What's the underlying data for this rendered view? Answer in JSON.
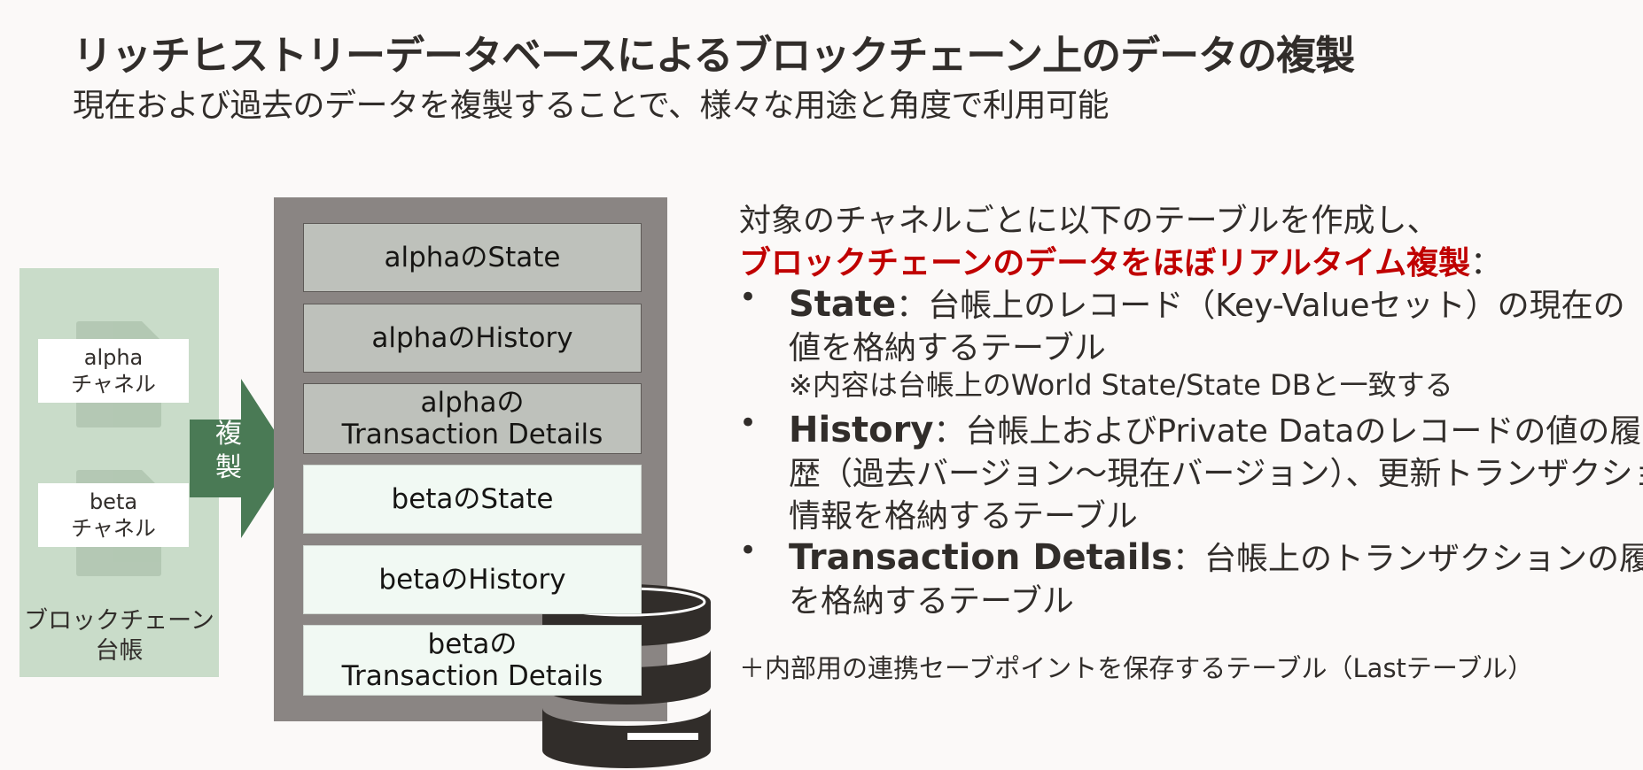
{
  "title": "リッチヒストリーデータベースによるブロックチェーン上のデータの複製",
  "subtitle": "現在および過去のデータを複製することで、様々な用途と角度で利用可能",
  "ledger": {
    "channels": [
      {
        "line1": "alpha",
        "line2": "チャネル"
      },
      {
        "line1": "beta",
        "line2": "チャネル"
      }
    ],
    "label_line1": "ブロックチェーン",
    "label_line2": "台帳"
  },
  "arrow": {
    "line1": "複",
    "line2": "製"
  },
  "tables": [
    {
      "line1": "alphaのState",
      "line2": ""
    },
    {
      "line1": "alphaのHistory",
      "line2": ""
    },
    {
      "line1": "alphaの",
      "line2": "Transaction Details"
    },
    {
      "line1": "betaのState",
      "line2": ""
    },
    {
      "line1": "betaのHistory",
      "line2": ""
    },
    {
      "line1": "betaの",
      "line2": "Transaction Details"
    }
  ],
  "info": {
    "intro": "対象のチャネルごとに以下のテーブルを作成し、",
    "highlight": "ブロックチェーンのデータをほぼリアルタイム複製",
    "highlight_suffix": "：",
    "bullet_char": "•",
    "state": {
      "term": "State",
      "sep": "：",
      "desc_line1": "台帳上のレコード（Key-Valueセット）の現在の",
      "desc_line2": "値を格納するテーブル",
      "note": "※内容は台帳上のWorld State/State DBと一致する"
    },
    "history": {
      "term": "History",
      "sep": "：",
      "desc_line1": "台帳上およびPrivate Dataのレコードの値の履",
      "desc_line2": "歴（過去バージョン～現在バージョン）、更新トランザクション",
      "desc_line3": "情報を格納するテーブル"
    },
    "transaction": {
      "term": "Transaction Details",
      "sep": "：",
      "desc_line1": "台帳上のトランザクションの履歴",
      "desc_line2": "を格納するテーブル"
    }
  },
  "extra": "＋内部用の連携セーブポイントを保存するテーブル（Lastテーブル）",
  "colors": {
    "ledger_bg": "#c9dcc9",
    "arrow": "#4a7a55",
    "db_panel": "#8a8583",
    "alpha_table": "#bec1bb",
    "beta_table": "#f1f9f3",
    "highlight": "#c00000",
    "cylinder": "#312d2a"
  }
}
